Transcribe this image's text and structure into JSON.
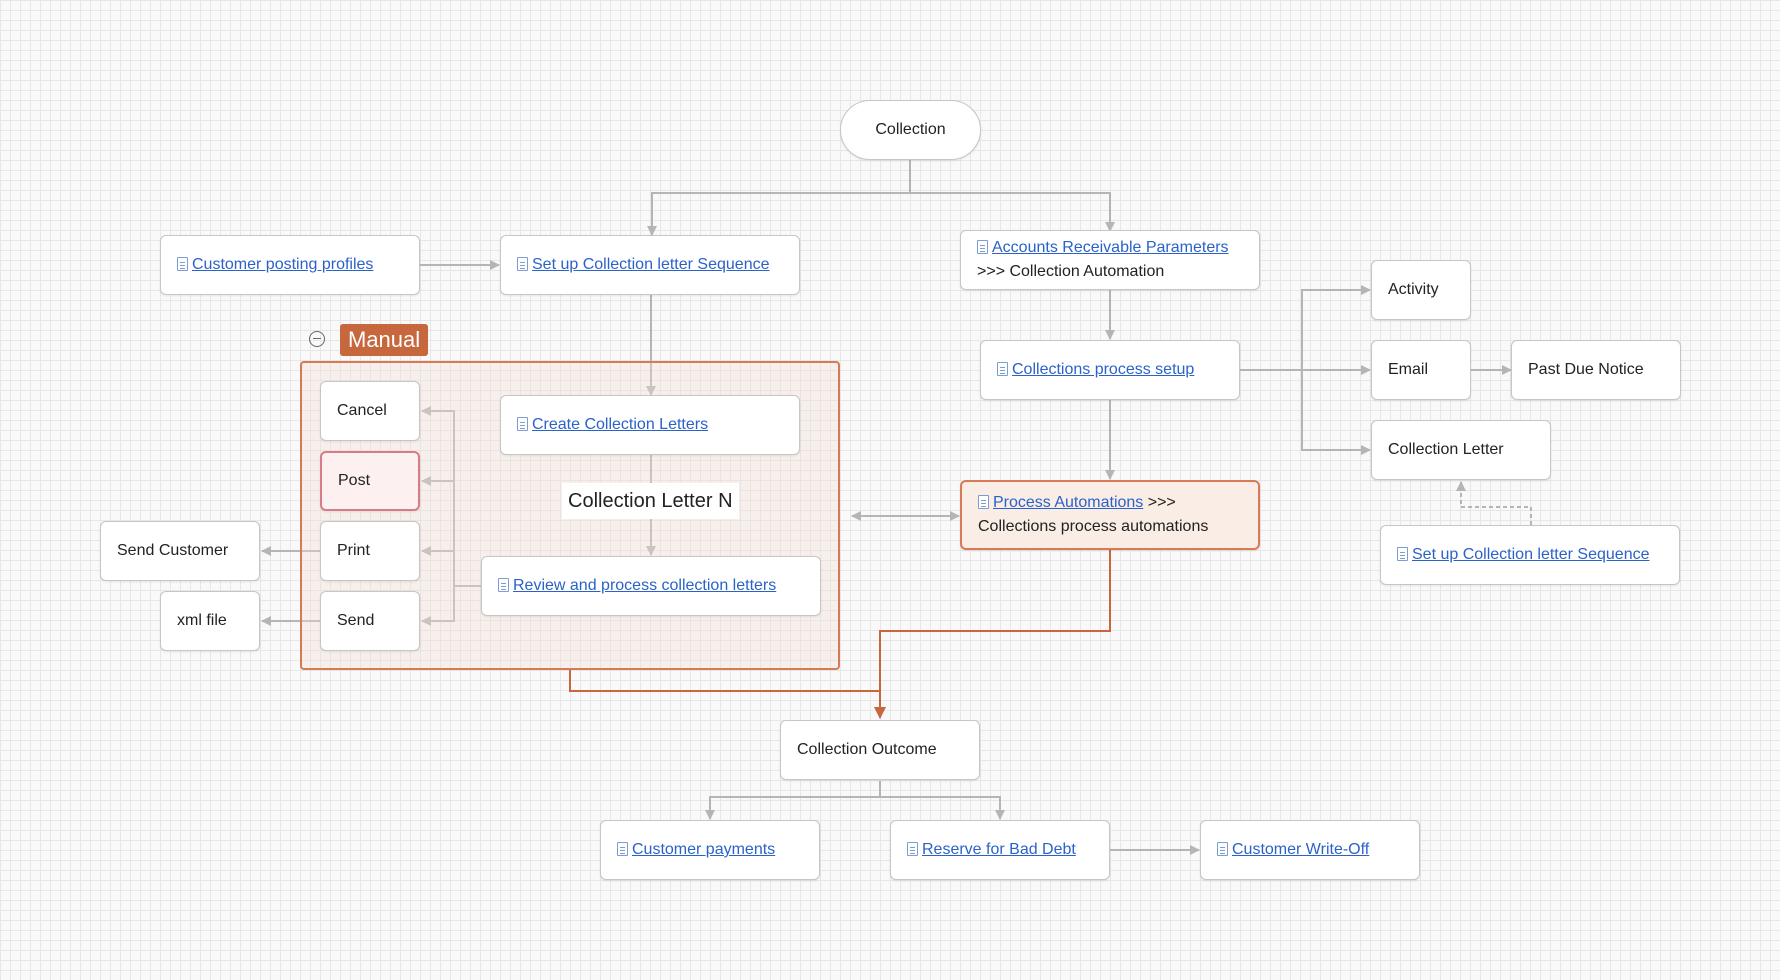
{
  "nodes": {
    "collection": "Collection",
    "customer_posting_profiles": "Customer posting profiles",
    "setup_sequence": "Set up Collection letter Sequence",
    "ar_parameters": {
      "link": "Accounts Receivable Parameters",
      "text": ">>> Collection Automation"
    },
    "collections_process_setup": "Collections process setup",
    "activity": "Activity",
    "email": "Email",
    "past_due_notice": "Past Due Notice",
    "collection_letter": "Collection Letter",
    "setup_sequence_2": "Set up Collection letter Sequence",
    "process_automations": {
      "link": "Process Automations",
      "suffix": " >>>",
      "text": "Collections process automations"
    },
    "create_collection_letters": "Create Collection Letters",
    "review_process_letters": "Review and process collection letters",
    "cancel": "Cancel",
    "post": "Post",
    "print": "Print",
    "send": "Send",
    "send_customer": "Send Customer",
    "xml_file": "xml file",
    "collection_outcome": "Collection Outcome",
    "customer_payments": "Customer payments",
    "reserve_bad_debt": "Reserve for Bad Debt",
    "customer_write_off": "Customer Write-Off"
  },
  "group": {
    "title": "Manual"
  },
  "edge_labels": {
    "collection_letter_n": "Collection Letter N"
  },
  "colors": {
    "connector": "#b5b5b5",
    "accent": "#c7673d",
    "highlight_border": "#d97a57",
    "link": "#2b62c9"
  }
}
